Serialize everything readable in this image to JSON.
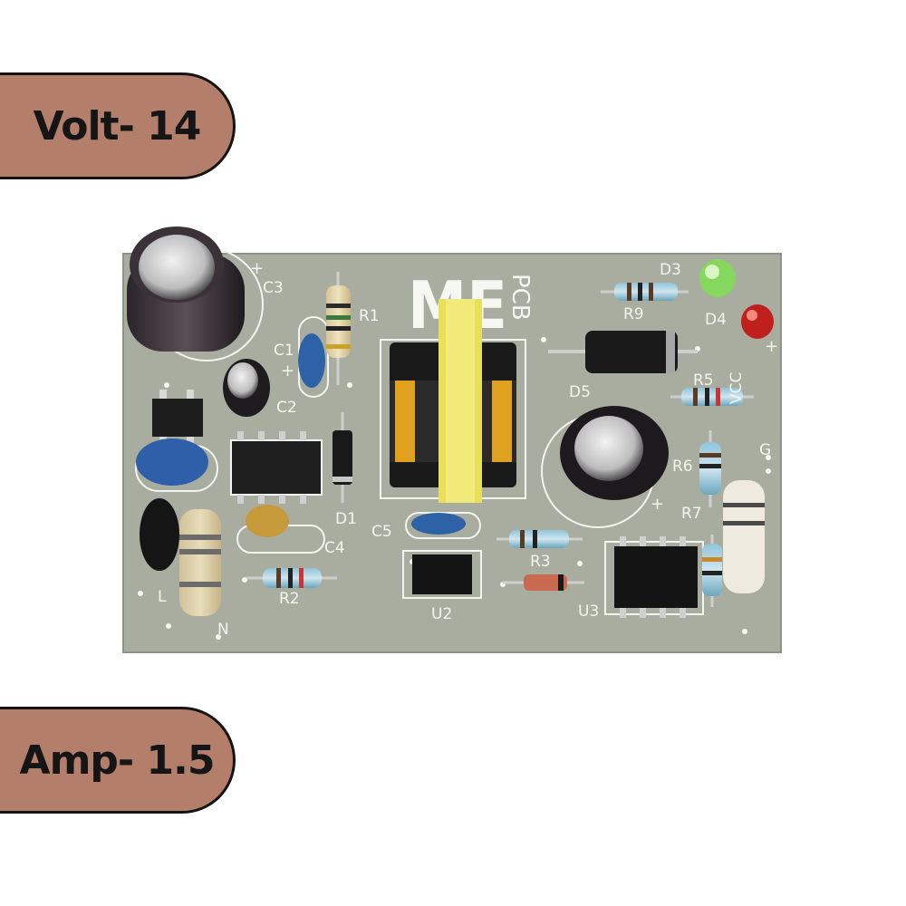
{
  "badges": {
    "volt": "Volt- 14",
    "amp": "Amp- 1.5"
  },
  "colors": {
    "badge_fill": "#b47f6a",
    "pcb": "#a9ad9f",
    "silkscreen": "#f4f4f0"
  },
  "pcb": {
    "logo_me": "ME",
    "logo_pcb": "PCB",
    "labels": {
      "c3": "C3",
      "r1": "R1",
      "c1": "C1",
      "c2": "C2",
      "d3": "D3",
      "d4": "D4",
      "r9": "R9",
      "d5": "D5",
      "r5": "R5",
      "vcc": "VCC",
      "g": "G",
      "r6": "R6",
      "r7": "R7",
      "d1": "D1",
      "c4": "C4",
      "c5": "C5",
      "r3": "R3",
      "r2": "R2",
      "u2": "U2",
      "u3": "U3",
      "l": "L",
      "n": "N"
    }
  }
}
